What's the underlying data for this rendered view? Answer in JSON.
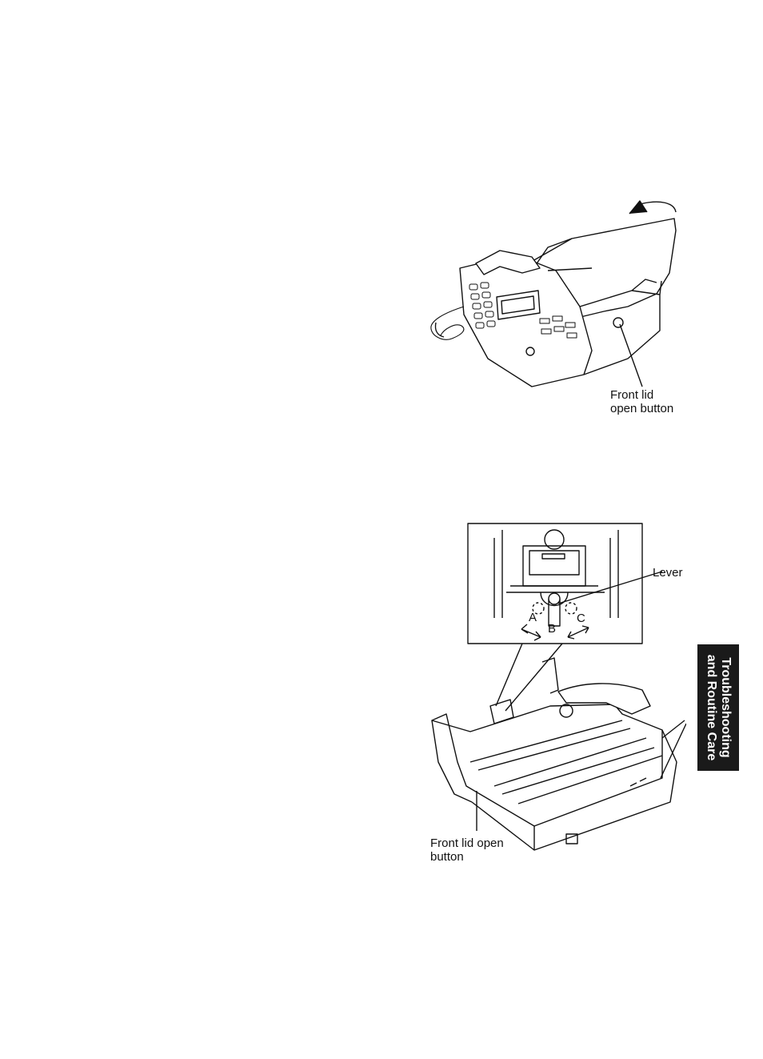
{
  "figure_top": {
    "callout_front_lid": "Front lid\nopen button"
  },
  "figure_bottom": {
    "inset_label_lever": "Lever",
    "inset_label_a": "A",
    "inset_label_b": "B",
    "inset_label_c": "C",
    "callout_front_lid": "Front lid open\nbutton"
  },
  "side_tab": {
    "line1": "Troubleshooting",
    "line2": "and Routine Care"
  }
}
